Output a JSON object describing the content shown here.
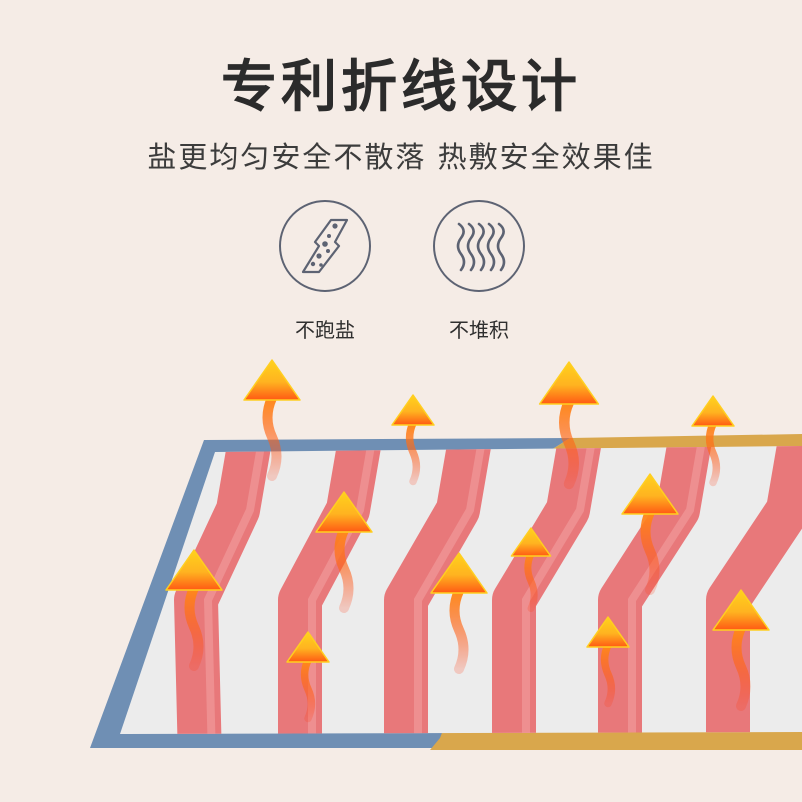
{
  "title": "专利折线设计",
  "subtitle": "盐更均匀安全不散落  热敷安全效果佳",
  "features": [
    {
      "label": "不跑盐",
      "icon": "salt-zigzag-icon"
    },
    {
      "label": "不堆积",
      "icon": "wavy-lines-icon"
    }
  ],
  "colors": {
    "background": "#f5ece6",
    "pad_fabric": "#ededed",
    "heat_stripe": "#e8787a",
    "border_blue": "#6f8fb4",
    "border_gold": "#d9a74c",
    "arrow_orange": "#ff7a1a",
    "arrow_yellow": "#ffd21c"
  }
}
